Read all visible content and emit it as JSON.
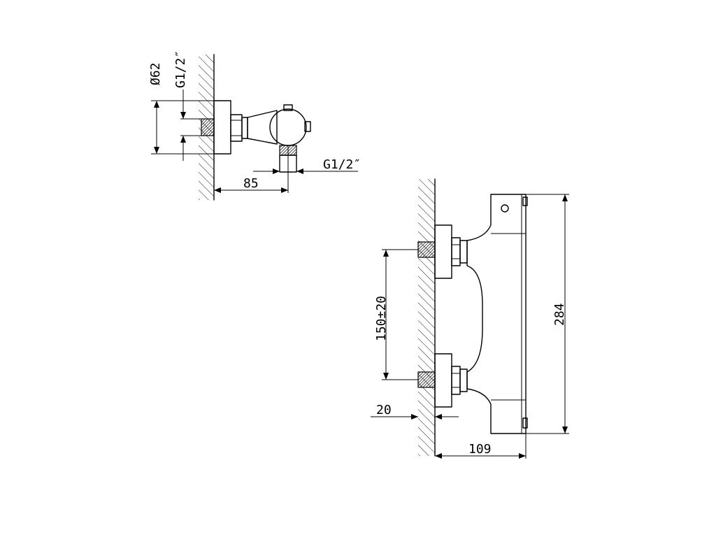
{
  "top_view": {
    "diameter_label": "Ø62",
    "thread_wall_label": "G1/2″",
    "thread_outlet_label": "G1/2″",
    "depth_label": "85"
  },
  "side_view": {
    "center_distance_label": "150±20",
    "height_label": "284",
    "wall_offset_label": "20",
    "projection_label": "109"
  }
}
